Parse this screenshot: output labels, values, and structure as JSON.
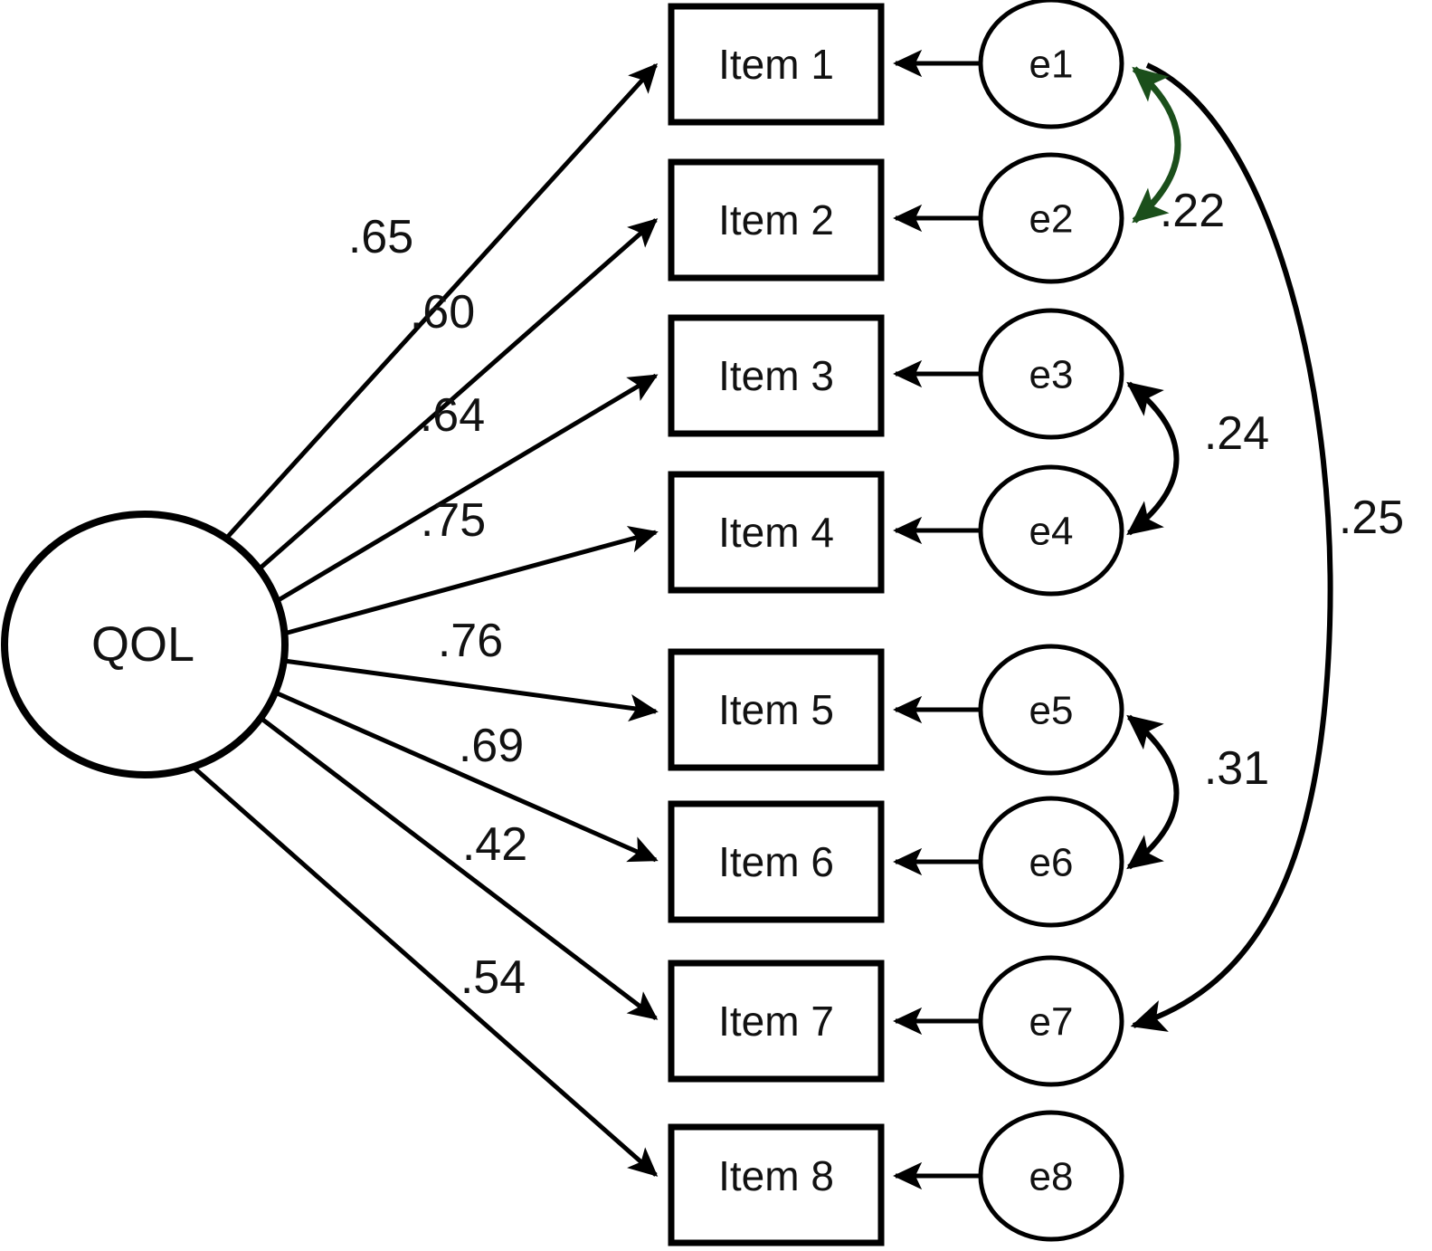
{
  "diagram": {
    "title": "QOL Confirmatory Factor Analysis Path Diagram",
    "type": "sem-path-diagram",
    "colors": {
      "stroke": "#000000",
      "correlated_error_highlight": "#1b4f1b",
      "background": "#ffffff"
    },
    "latent": {
      "id": "QOL",
      "label": "QOL",
      "shape": "ellipse"
    },
    "indicators": [
      {
        "id": "item1",
        "label": "Item 1",
        "shape": "rect"
      },
      {
        "id": "item2",
        "label": "Item 2",
        "shape": "rect"
      },
      {
        "id": "item3",
        "label": "Item 3",
        "shape": "rect"
      },
      {
        "id": "item4",
        "label": "Item 4",
        "shape": "rect"
      },
      {
        "id": "item5",
        "label": "Item 5",
        "shape": "rect"
      },
      {
        "id": "item6",
        "label": "Item 6",
        "shape": "rect"
      },
      {
        "id": "item7",
        "label": "Item 7",
        "shape": "rect"
      },
      {
        "id": "item8",
        "label": "Item 8",
        "shape": "rect"
      }
    ],
    "errors": [
      {
        "id": "e1",
        "label": "e1",
        "shape": "ellipse"
      },
      {
        "id": "e2",
        "label": "e2",
        "shape": "ellipse"
      },
      {
        "id": "e3",
        "label": "e3",
        "shape": "ellipse"
      },
      {
        "id": "e4",
        "label": "e4",
        "shape": "ellipse"
      },
      {
        "id": "e5",
        "label": "e5",
        "shape": "ellipse"
      },
      {
        "id": "e6",
        "label": "e6",
        "shape": "ellipse"
      },
      {
        "id": "e7",
        "label": "e7",
        "shape": "ellipse"
      },
      {
        "id": "e8",
        "label": "e8",
        "shape": "ellipse"
      }
    ],
    "loadings": [
      {
        "from": "QOL",
        "to": "item1",
        "value": ".65"
      },
      {
        "from": "QOL",
        "to": "item2",
        "value": ".60"
      },
      {
        "from": "QOL",
        "to": "item3",
        "value": ".64"
      },
      {
        "from": "QOL",
        "to": "item4",
        "value": ".75"
      },
      {
        "from": "QOL",
        "to": "item5",
        "value": ".76"
      },
      {
        "from": "QOL",
        "to": "item6",
        "value": ".69"
      },
      {
        "from": "QOL",
        "to": "item7",
        "value": ".42"
      },
      {
        "from": "QOL",
        "to": "item8",
        "value": ".54"
      }
    ],
    "correlated_errors": [
      {
        "between": [
          "e1",
          "e2"
        ],
        "value": ".22",
        "color": "#1b4f1b"
      },
      {
        "between": [
          "e3",
          "e4"
        ],
        "value": ".24",
        "color": "#000000"
      },
      {
        "between": [
          "e5",
          "e6"
        ],
        "value": ".31",
        "color": "#000000"
      },
      {
        "between": [
          "e1",
          "e7"
        ],
        "value": ".25",
        "color": "#000000"
      }
    ]
  },
  "chart_data": {
    "type": "diagram",
    "title": "QOL Confirmatory Factor Analysis Path Diagram",
    "nodes": {
      "latent": [
        "QOL"
      ],
      "observed": [
        "Item 1",
        "Item 2",
        "Item 3",
        "Item 4",
        "Item 5",
        "Item 6",
        "Item 7",
        "Item 8"
      ],
      "residuals": [
        "e1",
        "e2",
        "e3",
        "e4",
        "e5",
        "e6",
        "e7",
        "e8"
      ]
    },
    "edges": [
      {
        "kind": "loading",
        "source": "QOL",
        "target": "Item 1",
        "label": ".65"
      },
      {
        "kind": "loading",
        "source": "QOL",
        "target": "Item 2",
        "label": ".60"
      },
      {
        "kind": "loading",
        "source": "QOL",
        "target": "Item 3",
        "label": ".64"
      },
      {
        "kind": "loading",
        "source": "QOL",
        "target": "Item 4",
        "label": ".75"
      },
      {
        "kind": "loading",
        "source": "QOL",
        "target": "Item 5",
        "label": ".76"
      },
      {
        "kind": "loading",
        "source": "QOL",
        "target": "Item 6",
        "label": ".69"
      },
      {
        "kind": "loading",
        "source": "QOL",
        "target": "Item 7",
        "label": ".42"
      },
      {
        "kind": "loading",
        "source": "QOL",
        "target": "Item 8",
        "label": ".54"
      },
      {
        "kind": "residual",
        "source": "e1",
        "target": "Item 1",
        "label": ""
      },
      {
        "kind": "residual",
        "source": "e2",
        "target": "Item 2",
        "label": ""
      },
      {
        "kind": "residual",
        "source": "e3",
        "target": "Item 3",
        "label": ""
      },
      {
        "kind": "residual",
        "source": "e4",
        "target": "Item 4",
        "label": ""
      },
      {
        "kind": "residual",
        "source": "e5",
        "target": "Item 5",
        "label": ""
      },
      {
        "kind": "residual",
        "source": "e6",
        "target": "Item 6",
        "label": ""
      },
      {
        "kind": "residual",
        "source": "e7",
        "target": "Item 7",
        "label": ""
      },
      {
        "kind": "residual",
        "source": "e8",
        "target": "Item 8",
        "label": ""
      },
      {
        "kind": "covariance",
        "source": "e1",
        "target": "e2",
        "label": ".22",
        "color": "#1b4f1b"
      },
      {
        "kind": "covariance",
        "source": "e3",
        "target": "e4",
        "label": ".24",
        "color": "#000000"
      },
      {
        "kind": "covariance",
        "source": "e5",
        "target": "e6",
        "label": ".31",
        "color": "#000000"
      },
      {
        "kind": "covariance",
        "source": "e1",
        "target": "e7",
        "label": ".25",
        "color": "#000000"
      }
    ]
  }
}
